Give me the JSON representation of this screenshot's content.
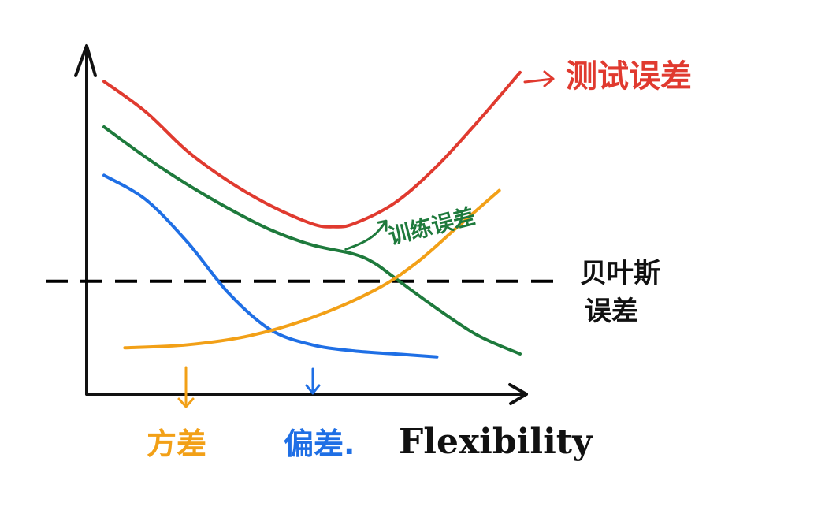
{
  "chart_data": {
    "type": "line",
    "title": "",
    "xlabel": "Flexibility",
    "ylabel": "",
    "xlim": [
      0,
      100
    ],
    "ylim": [
      0,
      100
    ],
    "grid": false,
    "legend": "inline-labels",
    "series": [
      {
        "name": "测试误差",
        "color": "#e03a2f",
        "x": [
          0,
          10,
          20,
          30,
          40,
          50,
          55,
          60,
          70,
          80,
          90,
          100
        ],
        "y": [
          96,
          86,
          73,
          63,
          55,
          49,
          48,
          49,
          56,
          68,
          83,
          99
        ]
      },
      {
        "name": "训练误差",
        "color": "#1e7a3c",
        "x": [
          0,
          10,
          20,
          30,
          40,
          50,
          60,
          65,
          70,
          80,
          90,
          100
        ],
        "y": [
          81,
          71,
          62,
          54,
          47,
          42,
          39,
          36,
          31,
          21,
          12,
          6
        ]
      },
      {
        "name": "偏差",
        "color": "#1f6fe5",
        "x": [
          0,
          10,
          20,
          30,
          40,
          50,
          60,
          70,
          80
        ],
        "y": [
          65,
          57,
          43,
          26,
          14,
          9,
          7,
          6,
          5
        ]
      },
      {
        "name": "方差",
        "color": "#f2a017",
        "x": [
          5,
          20,
          35,
          50,
          65,
          75,
          85,
          95
        ],
        "y": [
          8,
          9,
          12,
          18,
          27,
          36,
          48,
          60
        ]
      }
    ],
    "reference_lines": [
      {
        "name": "贝叶斯误差",
        "y": 30,
        "style": "dashed",
        "color": "#000000"
      }
    ]
  }
}
